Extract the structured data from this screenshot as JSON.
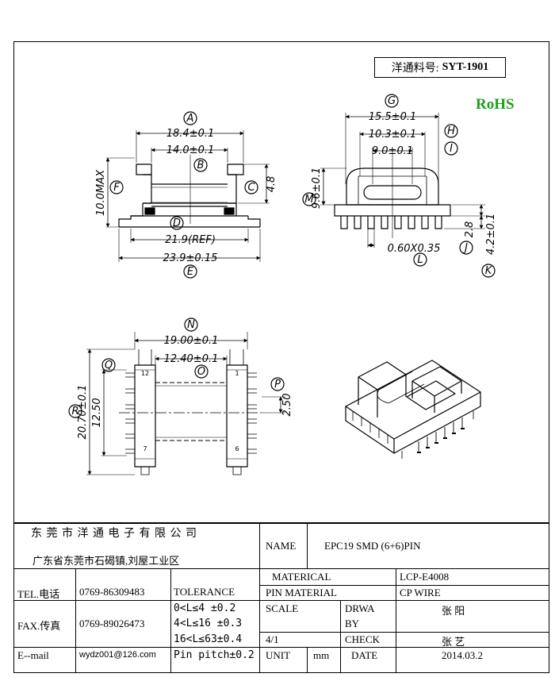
{
  "header": {
    "part_label": "洋通料号:",
    "part_no": "SYT-1901",
    "rohs": "RoHS"
  },
  "dims": {
    "A": "18.4±0.1",
    "B": "14.0±0.1",
    "C": "4.8",
    "D": "21.9(REF)",
    "E": "23.9±0.15",
    "F": "10.0MAX",
    "G": "15.5±0.1",
    "H": "10.3±0.1",
    "I": "9.0±0.1",
    "M": "9.6±0.1",
    "J": "2.8",
    "K": "4.2±0.1",
    "L": "0.60X0.35",
    "N": "19.00±0.1",
    "O": "12.40±0.1",
    "R": "20.70±0.1",
    "Q": "12.50",
    "P": "2.50",
    "pin_12": "12",
    "pin_1": "1",
    "pin_7": "7",
    "pin_6": "6"
  },
  "letters": {
    "A": "A",
    "B": "B",
    "C": "C",
    "D": "D",
    "E": "E",
    "F": "F",
    "G": "G",
    "H": "H",
    "I": "I",
    "J": "J",
    "K": "K",
    "L": "L",
    "M": "M",
    "N": "N",
    "O": "O",
    "P": "P",
    "Q": "Q",
    "R": "R"
  },
  "title_block": {
    "company_cn": "东 莞 市 洋 通 电 子 有 限 公 司",
    "address": "广东省东莞市石碣镇,刘屋工业区",
    "name_label": "NAME",
    "name_value": "EPC19 SMD (6+6)PIN",
    "material_label": "MATERICAL",
    "material_value": "LCP-E4008",
    "tel_label": "TEL.电话",
    "tel_value": "0769-86309483",
    "tolerance_label": "TOLERANCE",
    "pin_material_label": "PIN MATERIAL",
    "pin_material_value": "CP WIRE",
    "tol_1": "0<L≤4  ±0.2",
    "tol_2": "4<L≤16 ±0.3",
    "tol_3": "16<L≤63±0.4",
    "tol_4": "Pin pitch±0.2",
    "scale_label": "SCALE",
    "drawn_by_label_1": "DRWA",
    "drawn_by_label_2": "BY",
    "drawn_by_value": "张 阳",
    "fax_label": "FAX.传真",
    "fax_value": "0769-89026473",
    "scale_value": "4/1",
    "check_label": "CHECK",
    "check_value": "张 艺",
    "email_label": "E--mail",
    "email_value": "wydz001@126.com",
    "unit_label": "UNIT",
    "unit_value": "mm",
    "date_label": "DATE",
    "date_value": "2014.03.2"
  }
}
